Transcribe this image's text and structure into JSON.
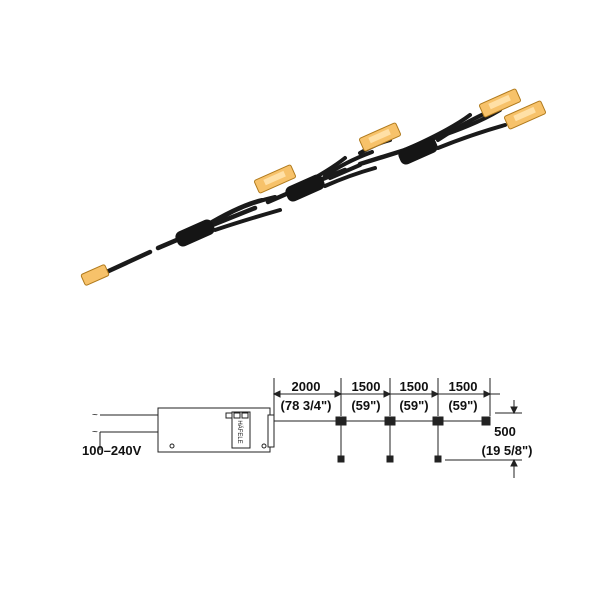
{
  "colors": {
    "cable": "#1a1a1a",
    "connector_fill": "#f7c26a",
    "connector_stroke": "#b07a1c",
    "line": "#222222"
  },
  "illustration": {
    "description_icon": "cable-with-splitters-illustration"
  },
  "drawing": {
    "voltage_label": "100–240V",
    "ac_symbol": "~",
    "brand_label": "HÄFELE",
    "dimensions": [
      {
        "mm": "2000",
        "inch": "(78 3/4\")"
      },
      {
        "mm": "1500",
        "inch": "(59\")"
      },
      {
        "mm": "1500",
        "inch": "(59\")"
      },
      {
        "mm": "1500",
        "inch": "(59\")"
      }
    ],
    "drop_length": {
      "mm": "500",
      "inch": "(19 5/8\")"
    }
  }
}
